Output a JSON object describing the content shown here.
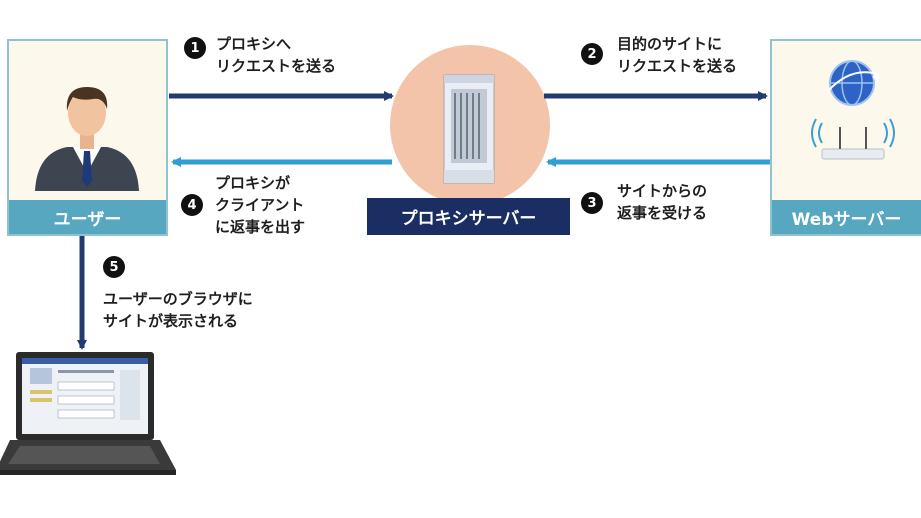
{
  "nodes": {
    "user": {
      "label": "ユーザー"
    },
    "proxy": {
      "label": "プロキシサーバー"
    },
    "web": {
      "label": "Webサーバー"
    }
  },
  "steps": [
    {
      "num": "1",
      "lines": [
        "プロキシへ",
        "リクエストを送る"
      ]
    },
    {
      "num": "2",
      "lines": [
        "目的のサイトに",
        "リクエストを送る"
      ]
    },
    {
      "num": "3",
      "lines": [
        "サイトからの",
        "返事を受ける"
      ]
    },
    {
      "num": "4",
      "lines": [
        "プロキシが",
        "クライアント",
        "に返事を出す"
      ]
    },
    {
      "num": "5",
      "lines": [
        "ユーザーのブラウザに",
        "サイトが表示される"
      ]
    }
  ],
  "colors": {
    "dark_navy": "#1b2e63",
    "light_blue": "#56a7bf",
    "arrow_request": "#223a70",
    "arrow_response": "#2e9ed3",
    "proxy_circle": "#f3c3aa",
    "box_fill": "#fdf8ec"
  },
  "icons": {
    "user": "businessman-avatar-icon",
    "proxy": "server-rack-icon",
    "web": "globe-router-icon",
    "client": "laptop-icon"
  }
}
